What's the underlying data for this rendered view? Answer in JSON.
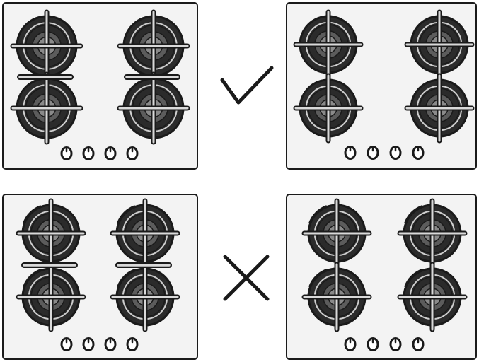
{
  "colors": {
    "panel_fill": "#f3f3f3",
    "outline": "#1a1a1a",
    "burner_dark": "#2b2b2b",
    "burner_mid": "#5c5c5c",
    "burner_light": "#8a8a8a",
    "grate": "#d9d9d9",
    "mark": "#1a1a1a"
  },
  "icons": {
    "correct": "check-mark-icon",
    "incorrect": "cross-mark-icon",
    "knob": "knob-icon",
    "burner": "burner-icon"
  },
  "panels": [
    {
      "id": "top-left",
      "grates_aligned": true,
      "burners": 4,
      "knobs": 4
    },
    {
      "id": "top-right",
      "grates_aligned": true,
      "burners": 4,
      "knobs": 4
    },
    {
      "id": "bottom-left",
      "grates_aligned": false,
      "burners": 4,
      "knobs": 4
    },
    {
      "id": "bottom-right",
      "grates_aligned": false,
      "burners": 4,
      "knobs": 4
    }
  ],
  "verdicts": [
    {
      "row": "top",
      "result": "correct"
    },
    {
      "row": "bottom",
      "result": "incorrect"
    }
  ]
}
